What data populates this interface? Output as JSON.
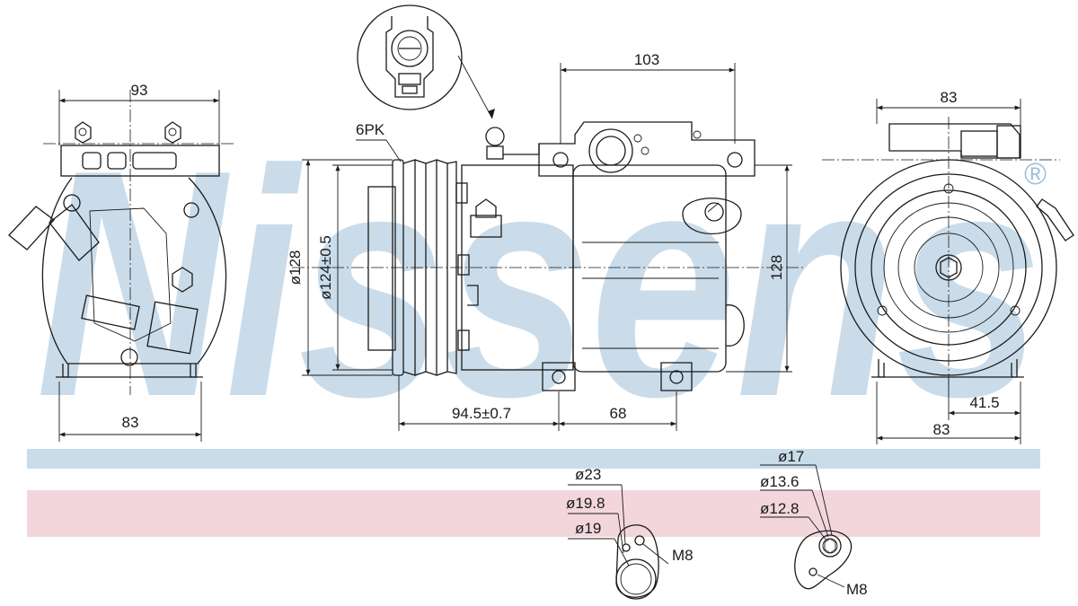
{
  "brand": {
    "watermark": "Nissens",
    "registered_mark": "®",
    "watermark_color": "#9fbfd9",
    "band_blue": "#c9dcea",
    "band_pink": "#f3d6dc"
  },
  "dimensions": {
    "side_left_top": "93",
    "side_left_bottom": "83",
    "pulley_belt": "6PK",
    "pulley_outer_diameter": "ø128",
    "pulley_inner_diameter": "ø124±0.5",
    "body_top": "103",
    "body_height": "128",
    "offset_pulley": "94.5±0.7",
    "offset_body": "68",
    "rear_top": "83",
    "rear_offset": "41.5",
    "rear_bottom": "83"
  },
  "ports": {
    "port_a": {
      "d1": "ø23",
      "d2": "ø19.8",
      "d3": "ø19",
      "thread": "M8"
    },
    "port_b": {
      "d1": "ø17",
      "d2": "ø13.6",
      "d3": "ø12.8",
      "thread": "M8"
    }
  }
}
